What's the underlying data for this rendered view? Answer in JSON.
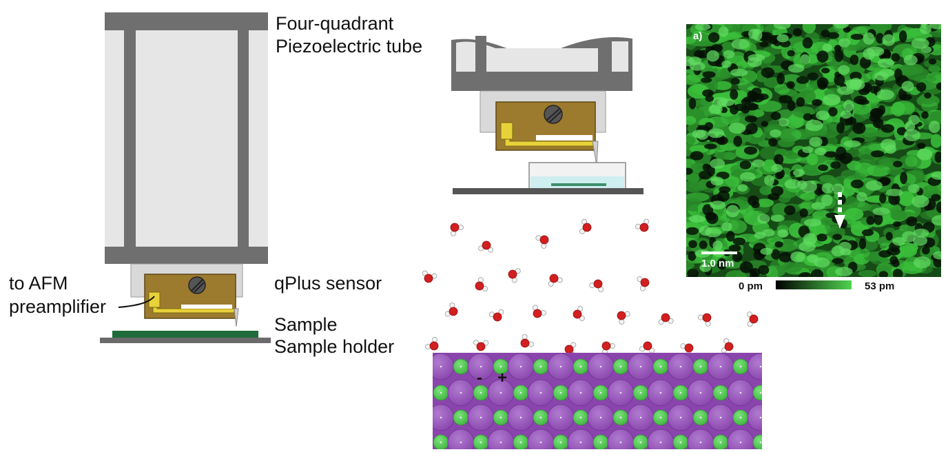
{
  "labels": {
    "piezo_line1": "Four-quadrant",
    "piezo_line2": "Piezoelectric tube",
    "preamp_line1": "to AFM",
    "preamp_line2": "preamplifier",
    "qplus": "qPlus sensor",
    "sample": "Sample",
    "sample_holder": "Sample holder"
  },
  "afm_image": {
    "panel_label": "a)",
    "scalebar_label": "1.0 nm",
    "colorbar_min": "0 pm",
    "colorbar_max": "53 pm"
  },
  "crystal": {
    "minus_sign": "-",
    "plus_sign": "+"
  },
  "colors": {
    "tube_gray": "#6d6d6d",
    "tube_light": "#e8e8e8",
    "sensor_gold": "#9c7b2f",
    "electrode_yellow": "#e8d23a",
    "sample_green": "#1f6b3a",
    "oxygen_red": "#d21f1f",
    "crystal_purple": "#9b59b6",
    "crystal_green": "#4fc94f",
    "afm_green": "#3bbf3b"
  }
}
